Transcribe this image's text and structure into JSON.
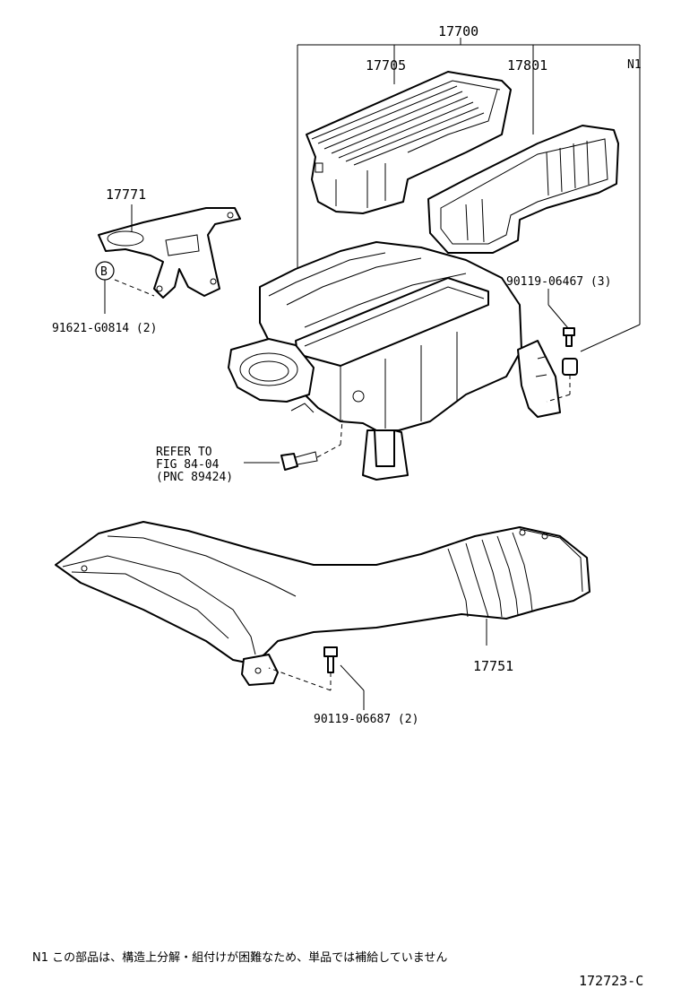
{
  "labels": {
    "assembly": "17700",
    "top_cover": "17705",
    "element": "17801",
    "note_ref": "N1",
    "bracket": "17771",
    "b_marker": "B",
    "bracket_bolt": "91621-G0814 (2)",
    "cover_bolt": "90119-06467 (3)",
    "refer_line1": "REFER TO",
    "refer_line2": "FIG 84-04",
    "refer_line3": "(PNC 89424)",
    "duct": "17751",
    "duct_bolt": "90119-06687 (2)"
  },
  "footer": {
    "note": "N1 この部品は、構造上分解・組付けが困難なため、単品では補給していません",
    "code": "172723-C"
  }
}
